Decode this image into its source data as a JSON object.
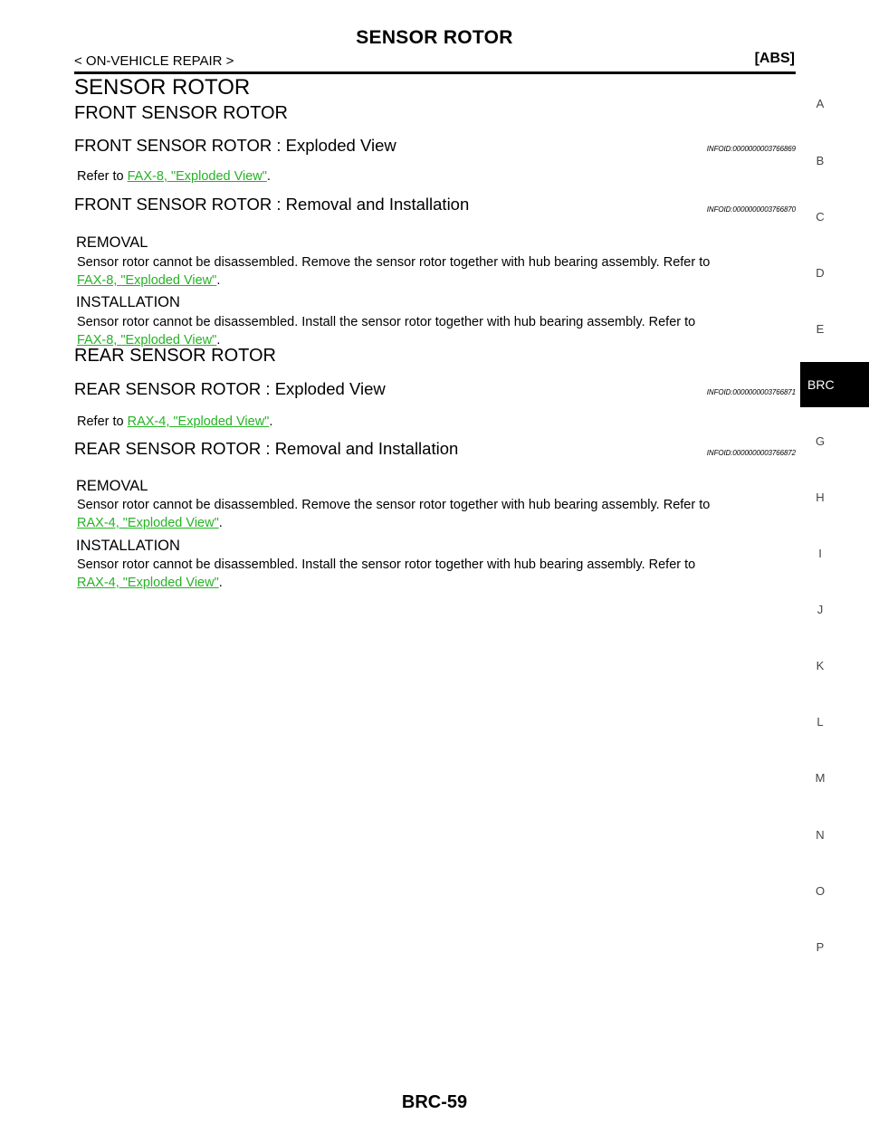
{
  "header": {
    "title": "SENSOR ROTOR",
    "left": "< ON-VEHICLE REPAIR >",
    "right": "[ABS]"
  },
  "main_title": "SENSOR ROTOR",
  "front": {
    "heading": "FRONT SENSOR ROTOR",
    "exploded": {
      "title": "FRONT SENSOR ROTOR : Exploded View",
      "infoid": "INFOID:0000000003766869",
      "text_prefix": "Refer to ",
      "link": "FAX-8, \"Exploded View\"",
      "text_suffix": "."
    },
    "removal_installation": {
      "title": "FRONT SENSOR ROTOR : Removal and Installation",
      "infoid": "INFOID:0000000003766870",
      "removal_heading": "REMOVAL",
      "removal_text": "Sensor rotor cannot be disassembled. Remove the sensor rotor together with hub bearing assembly. Refer to",
      "removal_link": "FAX-8, \"Exploded View\"",
      "installation_heading": "INSTALLATION",
      "installation_text": "Sensor rotor cannot be disassembled. Install the sensor rotor together with hub bearing assembly. Refer to",
      "installation_link": "FAX-8, \"Exploded View\"",
      "suffix": "."
    }
  },
  "rear": {
    "heading": "REAR SENSOR ROTOR",
    "exploded": {
      "title": "REAR SENSOR ROTOR : Exploded View",
      "infoid": "INFOID:0000000003766871",
      "text_prefix": "Refer to ",
      "link": "RAX-4, \"Exploded View\"",
      "text_suffix": "."
    },
    "removal_installation": {
      "title": "REAR SENSOR ROTOR : Removal and Installation",
      "infoid": "INFOID:0000000003766872",
      "removal_heading": "REMOVAL",
      "removal_text": "Sensor rotor cannot be disassembled. Remove the sensor rotor together with hub bearing assembly. Refer to",
      "removal_link": "RAX-4, \"Exploded View\"",
      "installation_heading": "INSTALLATION",
      "installation_text": "Sensor rotor cannot be disassembled. Install the sensor rotor together with hub bearing assembly. Refer to",
      "installation_link": "RAX-4, \"Exploded View\"",
      "suffix": "."
    }
  },
  "side_index": {
    "letters": [
      "A",
      "B",
      "C",
      "D",
      "E",
      "G",
      "H",
      "I",
      "J",
      "K",
      "L",
      "M",
      "N",
      "O",
      "P"
    ],
    "active": "BRC",
    "link_color": "#25b325"
  },
  "footer": {
    "page_number": "BRC-59"
  }
}
